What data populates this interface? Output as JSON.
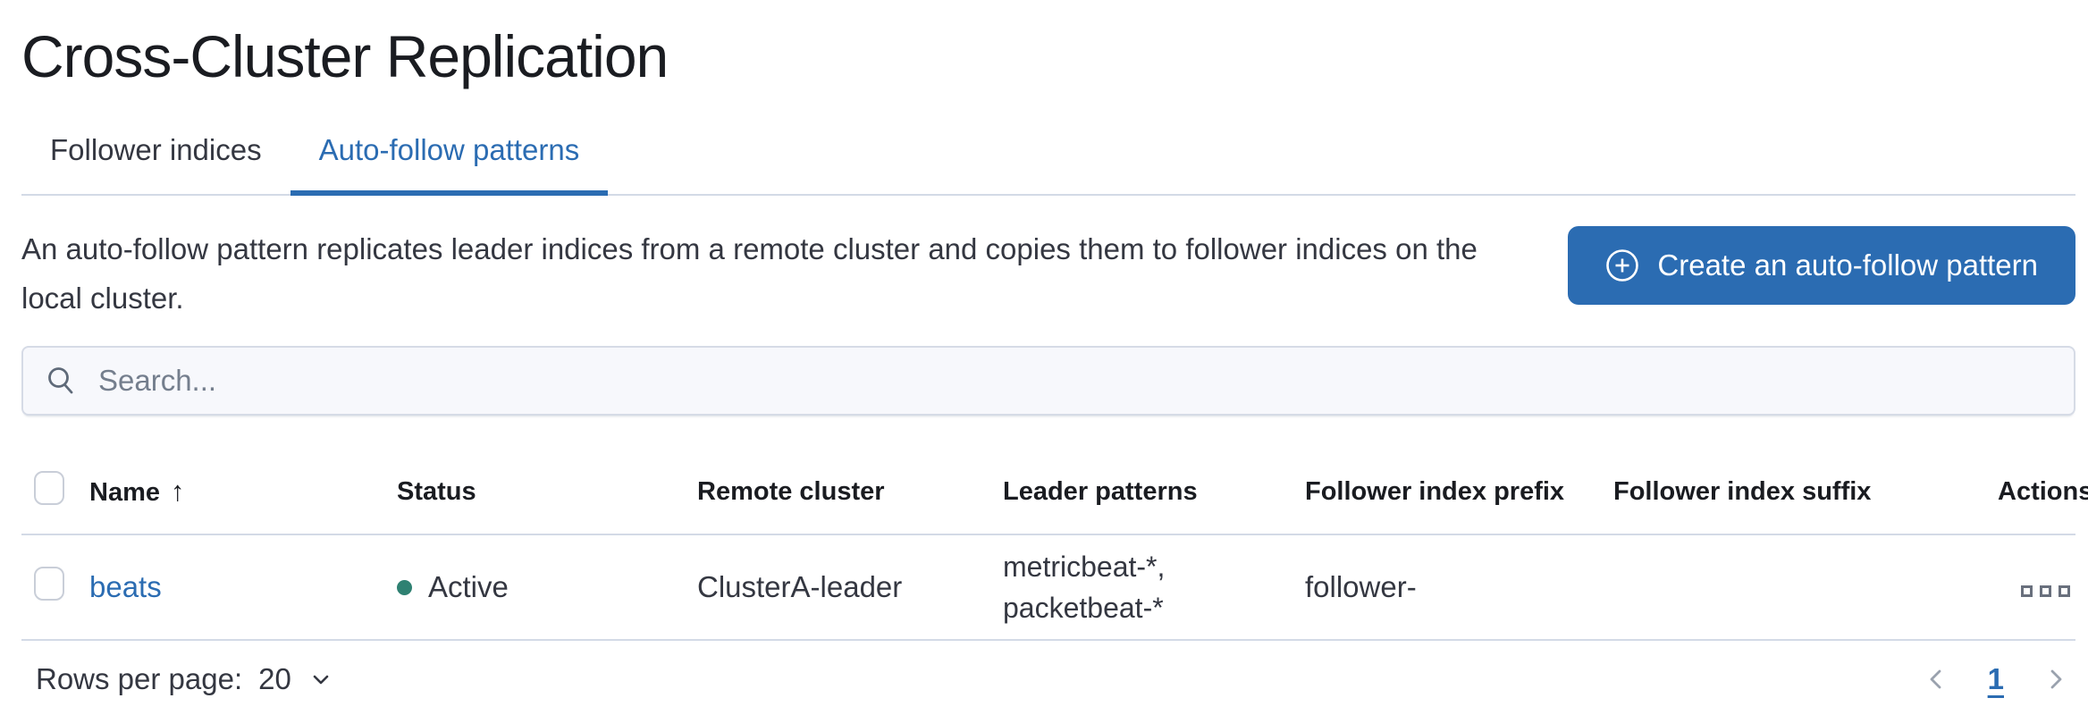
{
  "page": {
    "title": "Cross-Cluster Replication"
  },
  "tabs": [
    {
      "label": "Follower indices",
      "active": false
    },
    {
      "label": "Auto-follow patterns",
      "active": true
    }
  ],
  "intro": {
    "description": "An auto-follow pattern replicates leader indices from a remote cluster and copies them to follower indices on the local cluster.",
    "create_button_label": "Create an auto-follow pattern",
    "create_button_icon": "plus-in-circle-icon"
  },
  "search": {
    "placeholder": "Search...",
    "icon": "search-icon",
    "value": ""
  },
  "table": {
    "columns": {
      "name": "Name",
      "status": "Status",
      "remote_cluster": "Remote cluster",
      "leader_patterns": "Leader patterns",
      "follower_index_prefix": "Follower index prefix",
      "follower_index_suffix": "Follower index suffix",
      "actions": "Actions"
    },
    "sort": {
      "column": "Name",
      "direction": "ascending",
      "arrow": "↑"
    },
    "rows": [
      {
        "name": "beats",
        "status": "Active",
        "remote_cluster": "ClusterA-leader",
        "leader_patterns": "metricbeat-*, packetbeat-*",
        "leader_patterns_lines": {
          "0": "metricbeat-*,",
          "1": "packetbeat-*"
        },
        "follower_index_prefix": "follower-",
        "follower_index_suffix": "",
        "actions_icon": "boxes-horizontal-icon"
      }
    ]
  },
  "footer": {
    "rows_per_page_label": "Rows per page:",
    "rows_per_page_value": "20",
    "pagination": {
      "current_page": "1"
    }
  },
  "colors": {
    "accent": "#2B6CB2",
    "text-dark": "#1A1C21",
    "text-body": "#343741",
    "border": "#D3DAE6",
    "status-active": "#2F8172",
    "subdued": "#69707D"
  }
}
